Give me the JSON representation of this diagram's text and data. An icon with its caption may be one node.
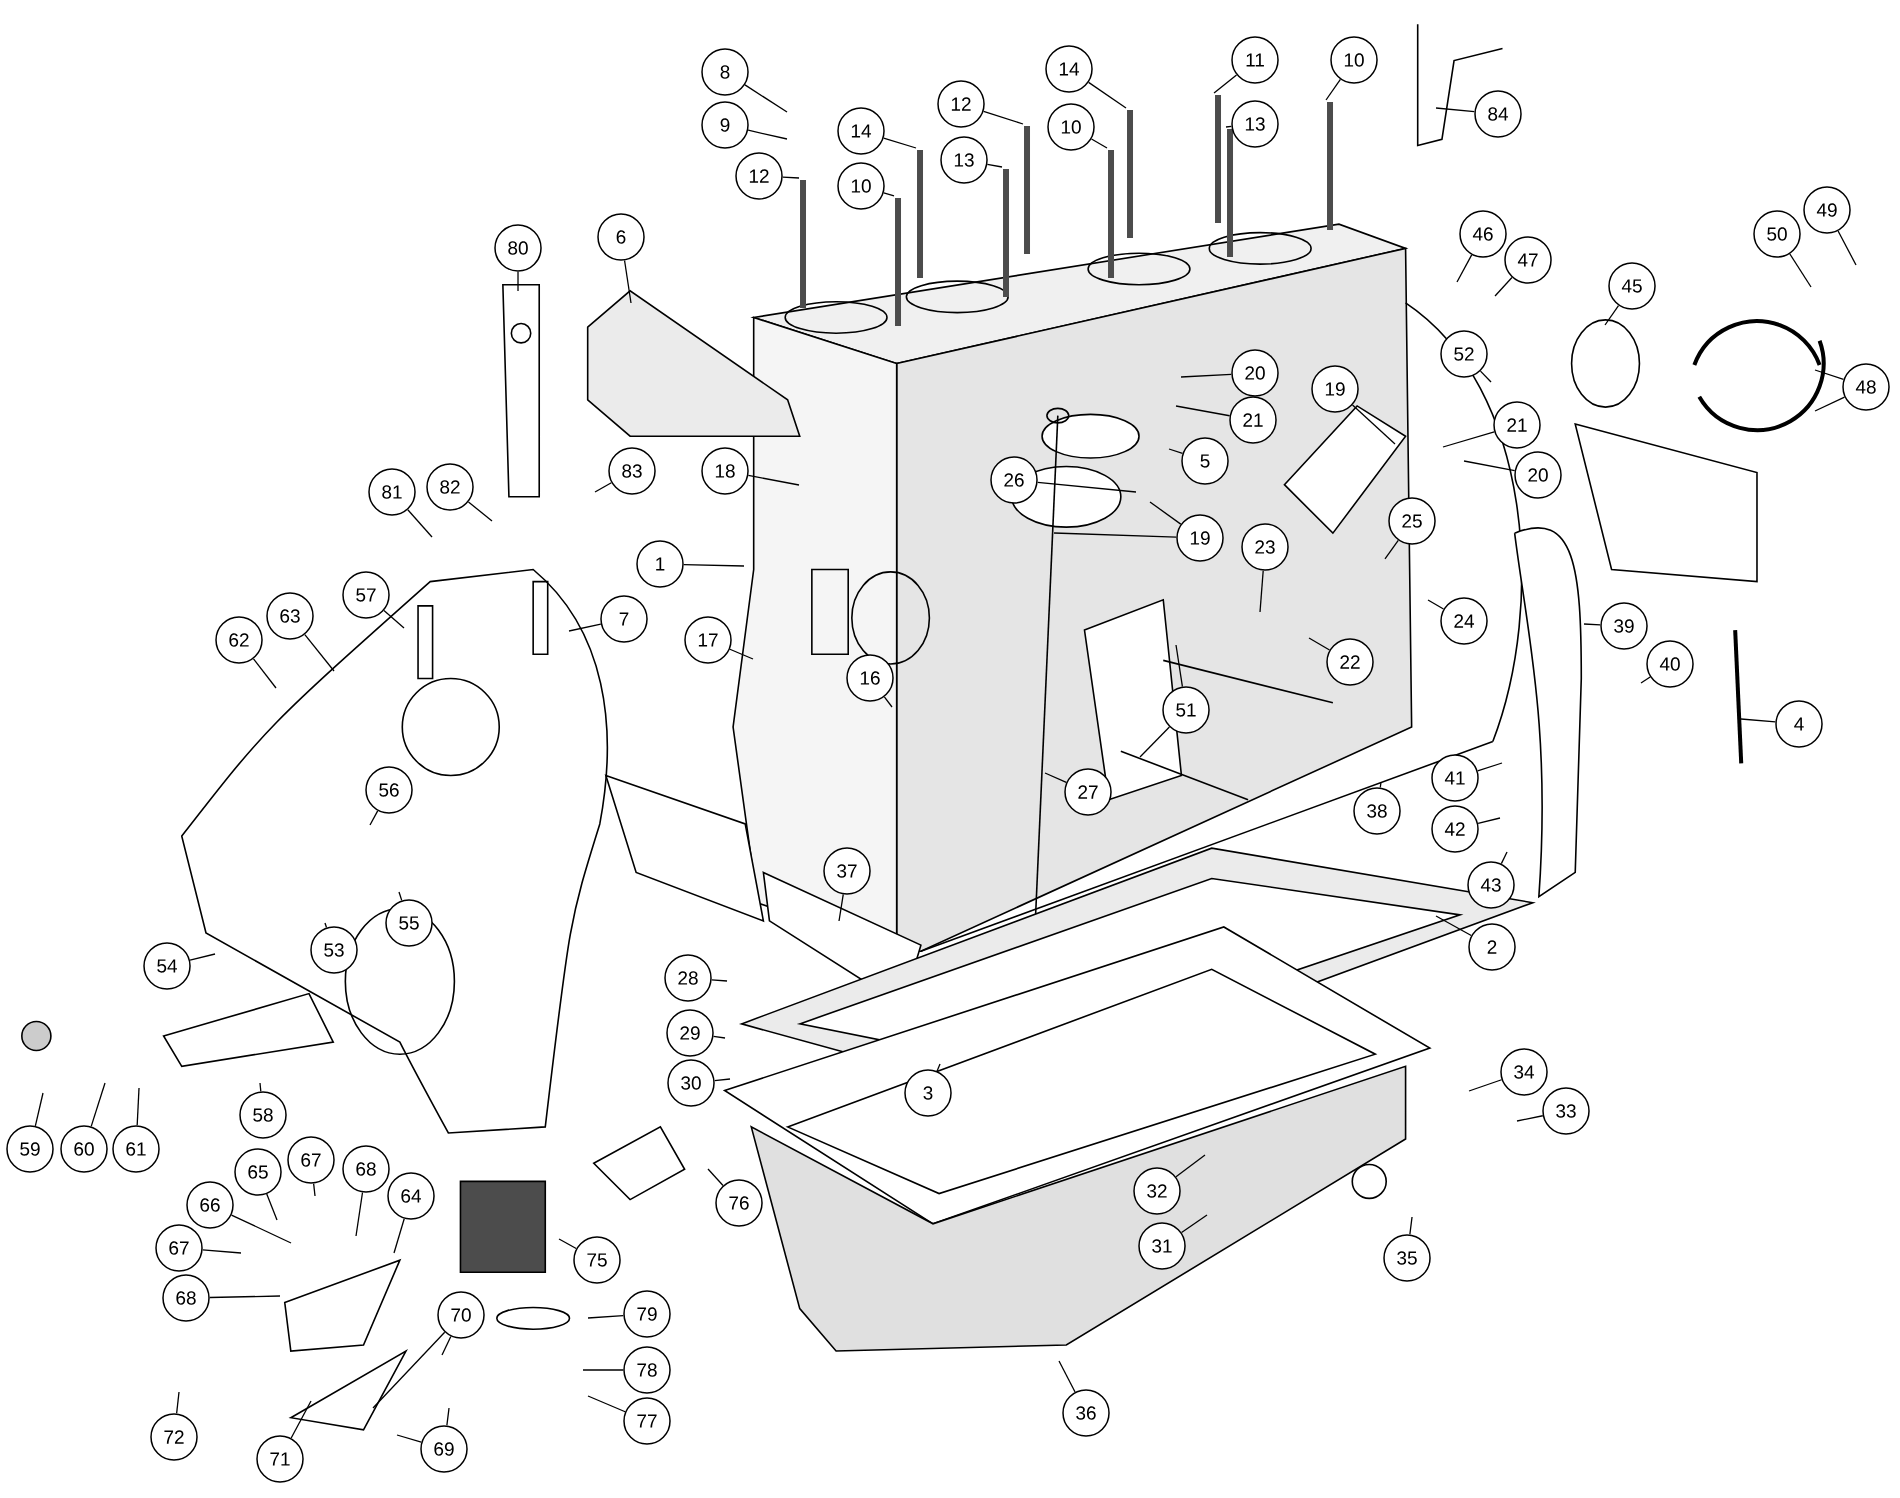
{
  "diagram": {
    "nodes": [
      {
        "text": [
          "10"
        ]
      },
      {
        "text": [
          "11"
        ]
      },
      {
        "text": [
          "14"
        ]
      },
      {
        "text": [
          "8"
        ]
      },
      {
        "text": [
          "12"
        ]
      },
      {
        "text": [
          "84"
        ]
      },
      {
        "text": [
          "9"
        ]
      },
      {
        "text": [
          "13"
        ]
      },
      {
        "text": [
          "10"
        ]
      },
      {
        "text": [
          "14"
        ]
      },
      {
        "text": [
          "13"
        ]
      },
      {
        "text": [
          "12"
        ]
      },
      {
        "text": [
          "10"
        ]
      },
      {
        "text": [
          "49"
        ]
      },
      {
        "text": [
          "46"
        ]
      },
      {
        "text": [
          "50"
        ]
      },
      {
        "text": [
          "6"
        ]
      },
      {
        "text": [
          "80"
        ]
      },
      {
        "text": [
          "47"
        ]
      },
      {
        "text": [
          "45"
        ]
      },
      {
        "text": [
          "52"
        ]
      },
      {
        "text": [
          "20"
        ]
      },
      {
        "text": [
          "48"
        ]
      },
      {
        "text": [
          "19"
        ]
      },
      {
        "text": [
          "21"
        ]
      },
      {
        "text": [
          "21"
        ]
      },
      {
        "text": [
          "5"
        ]
      },
      {
        "text": [
          "18"
        ]
      },
      {
        "text": [
          "83"
        ]
      },
      {
        "text": [
          "20"
        ]
      },
      {
        "text": [
          "26"
        ]
      },
      {
        "text": [
          "82"
        ]
      },
      {
        "text": [
          "81"
        ]
      },
      {
        "text": [
          "25"
        ]
      },
      {
        "text": [
          "19"
        ]
      },
      {
        "text": [
          "23"
        ]
      },
      {
        "text": [
          "1"
        ]
      },
      {
        "text": [
          "57"
        ]
      },
      {
        "text": [
          "63"
        ]
      },
      {
        "text": [
          "7"
        ]
      },
      {
        "text": [
          "24"
        ]
      },
      {
        "text": [
          "39"
        ]
      },
      {
        "text": [
          "62"
        ]
      },
      {
        "text": [
          "17"
        ]
      },
      {
        "text": [
          "22"
        ]
      },
      {
        "text": [
          "40"
        ]
      },
      {
        "text": [
          "16"
        ]
      },
      {
        "text": [
          "51"
        ]
      },
      {
        "text": [
          "4"
        ]
      },
      {
        "text": [
          "41"
        ]
      },
      {
        "text": [
          "56"
        ]
      },
      {
        "text": [
          "27"
        ]
      },
      {
        "text": [
          "38"
        ]
      },
      {
        "text": [
          "42"
        ]
      },
      {
        "text": [
          "37"
        ]
      },
      {
        "text": [
          "43"
        ]
      },
      {
        "text": [
          "55"
        ]
      },
      {
        "text": [
          "2"
        ]
      },
      {
        "text": [
          "53"
        ]
      },
      {
        "text": [
          "54"
        ]
      },
      {
        "text": [
          "28"
        ]
      },
      {
        "text": [
          "29"
        ]
      },
      {
        "text": [
          "34"
        ]
      },
      {
        "text": [
          "30"
        ]
      },
      {
        "text": [
          "3"
        ]
      },
      {
        "text": [
          "33"
        ]
      },
      {
        "text": [
          "58"
        ]
      },
      {
        "text": [
          "59"
        ]
      },
      {
        "text": [
          "60"
        ]
      },
      {
        "text": [
          "61"
        ]
      },
      {
        "text": [
          "67"
        ]
      },
      {
        "text": [
          "68"
        ]
      },
      {
        "text": [
          "65"
        ]
      },
      {
        "text": [
          "32"
        ]
      },
      {
        "text": [
          "64"
        ]
      },
      {
        "text": [
          "76"
        ]
      },
      {
        "text": [
          "66"
        ]
      },
      {
        "text": [
          "31"
        ]
      },
      {
        "text": [
          "67"
        ]
      },
      {
        "text": [
          "35"
        ]
      },
      {
        "text": [
          "75"
        ]
      },
      {
        "text": [
          "68"
        ]
      },
      {
        "text": [
          "79"
        ]
      },
      {
        "text": [
          "70"
        ]
      },
      {
        "text": [
          "78"
        ]
      },
      {
        "text": [
          "36"
        ]
      },
      {
        "text": [
          "77"
        ]
      },
      {
        "text": [
          "72"
        ]
      },
      {
        "text": [
          "69"
        ]
      },
      {
        "text": [
          "71"
        ]
      }
    ],
    "edges": [
      {
        "from": 0,
        "to": null,
        "arrow": "none"
      },
      {
        "from": 1,
        "to": null,
        "arrow": "none"
      },
      {
        "from": 2,
        "to": null,
        "arrow": "none"
      },
      {
        "from": 3,
        "to": null,
        "arrow": "none"
      },
      {
        "from": 4,
        "to": null,
        "arrow": "none"
      },
      {
        "from": 5,
        "to": null,
        "arrow": "none"
      },
      {
        "from": 6,
        "to": null,
        "arrow": "none"
      },
      {
        "from": 7,
        "to": null,
        "arrow": "none"
      },
      {
        "from": 8,
        "to": null,
        "arrow": "none"
      },
      {
        "from": 9,
        "to": null,
        "arrow": "none"
      },
      {
        "from": 10,
        "to": null,
        "arrow": "none"
      },
      {
        "from": 11,
        "to": null,
        "arrow": "none"
      },
      {
        "from": 12,
        "to": null,
        "arrow": "none"
      },
      {
        "from": 13,
        "to": null,
        "arrow": "none"
      },
      {
        "from": 14,
        "to": null,
        "arrow": "none"
      },
      {
        "from": 15,
        "to": null,
        "arrow": "none"
      },
      {
        "from": 16,
        "to": null,
        "arrow": "none"
      },
      {
        "from": 17,
        "to": null,
        "arrow": "none"
      },
      {
        "from": 18,
        "to": null,
        "arrow": "none"
      },
      {
        "from": 19,
        "to": null,
        "arrow": "none"
      },
      {
        "from": 20,
        "to": null,
        "arrow": "none"
      },
      {
        "from": 21,
        "to": null,
        "arrow": "none"
      },
      {
        "from": 22,
        "to": null,
        "arrow": "none"
      },
      {
        "from": 22,
        "to": null,
        "arrow": "none"
      },
      {
        "from": 23,
        "to": null,
        "arrow": "none"
      },
      {
        "from": 24,
        "to": null,
        "arrow": "none"
      },
      {
        "from": 25,
        "to": null,
        "arrow": "none"
      },
      {
        "from": 26,
        "to": null,
        "arrow": "none"
      },
      {
        "from": 27,
        "to": null,
        "arrow": "none"
      },
      {
        "from": 28,
        "to": null,
        "arrow": "none"
      },
      {
        "from": 29,
        "to": null,
        "arrow": "none"
      },
      {
        "from": 30,
        "to": null,
        "arrow": "none"
      },
      {
        "from": 31,
        "to": null,
        "arrow": "none"
      },
      {
        "from": 32,
        "to": null,
        "arrow": "none"
      },
      {
        "from": 33,
        "to": null,
        "arrow": "none"
      },
      {
        "from": 34,
        "to": null,
        "arrow": "none"
      },
      {
        "from": 34,
        "to": null,
        "arrow": "none"
      },
      {
        "from": 35,
        "to": null,
        "arrow": "none"
      },
      {
        "from": 36,
        "to": null,
        "arrow": "none"
      },
      {
        "from": 37,
        "to": null,
        "arrow": "none"
      },
      {
        "from": 38,
        "to": null,
        "arrow": "none"
      },
      {
        "from": 39,
        "to": null,
        "arrow": "none"
      },
      {
        "from": 40,
        "to": null,
        "arrow": "none"
      },
      {
        "from": 41,
        "to": null,
        "arrow": "none"
      },
      {
        "from": 42,
        "to": null,
        "arrow": "none"
      },
      {
        "from": 43,
        "to": null,
        "arrow": "none"
      },
      {
        "from": 44,
        "to": null,
        "arrow": "none"
      },
      {
        "from": 45,
        "to": null,
        "arrow": "none"
      },
      {
        "from": 46,
        "to": null,
        "arrow": "none"
      },
      {
        "from": 47,
        "to": null,
        "arrow": "none"
      },
      {
        "from": 47,
        "to": null,
        "arrow": "none"
      },
      {
        "from": 48,
        "to": null,
        "arrow": "none"
      },
      {
        "from": 49,
        "to": null,
        "arrow": "none"
      },
      {
        "from": 50,
        "to": null,
        "arrow": "none"
      },
      {
        "from": 51,
        "to": null,
        "arrow": "none"
      },
      {
        "from": 52,
        "to": null,
        "arrow": "none"
      },
      {
        "from": 53,
        "to": null,
        "arrow": "none"
      },
      {
        "from": 54,
        "to": null,
        "arrow": "none"
      },
      {
        "from": 55,
        "to": null,
        "arrow": "none"
      },
      {
        "from": 56,
        "to": null,
        "arrow": "none"
      },
      {
        "from": 57,
        "to": null,
        "arrow": "none"
      },
      {
        "from": 58,
        "to": null,
        "arrow": "none"
      },
      {
        "from": 59,
        "to": null,
        "arrow": "none"
      },
      {
        "from": 60,
        "to": null,
        "arrow": "none"
      },
      {
        "from": 61,
        "to": null,
        "arrow": "none"
      },
      {
        "from": 62,
        "to": null,
        "arrow": "none"
      },
      {
        "from": 63,
        "to": null,
        "arrow": "none"
      },
      {
        "from": 64,
        "to": null,
        "arrow": "none"
      },
      {
        "from": 65,
        "to": null,
        "arrow": "none"
      },
      {
        "from": 66,
        "to": null,
        "arrow": "none"
      },
      {
        "from": 67,
        "to": null,
        "arrow": "none"
      },
      {
        "from": 68,
        "to": null,
        "arrow": "none"
      },
      {
        "from": 69,
        "to": null,
        "arrow": "none"
      },
      {
        "from": 70,
        "to": null,
        "arrow": "none"
      },
      {
        "from": 71,
        "to": null,
        "arrow": "none"
      },
      {
        "from": 72,
        "to": null,
        "arrow": "none"
      },
      {
        "from": 73,
        "to": null,
        "arrow": "none"
      },
      {
        "from": 74,
        "to": null,
        "arrow": "none"
      },
      {
        "from": 75,
        "to": null,
        "arrow": "none"
      },
      {
        "from": 76,
        "to": null,
        "arrow": "none"
      },
      {
        "from": 77,
        "to": null,
        "arrow": "none"
      },
      {
        "from": 78,
        "to": null,
        "arrow": "none"
      },
      {
        "from": 79,
        "to": null,
        "arrow": "none"
      },
      {
        "from": 80,
        "to": null,
        "arrow": "none"
      },
      {
        "from": 81,
        "to": null,
        "arrow": "none"
      },
      {
        "from": 82,
        "to": null,
        "arrow": "none"
      },
      {
        "from": 83,
        "to": null,
        "arrow": "none"
      },
      {
        "from": 83,
        "to": null,
        "arrow": "none"
      },
      {
        "from": 84,
        "to": null,
        "arrow": "none"
      },
      {
        "from": 85,
        "to": null,
        "arrow": "none"
      },
      {
        "from": 86,
        "to": null,
        "arrow": "none"
      },
      {
        "from": 87,
        "to": null,
        "arrow": "none"
      },
      {
        "from": 88,
        "to": null,
        "arrow": "none"
      },
      {
        "from": 88,
        "to": null,
        "arrow": "none"
      },
      {
        "from": 89,
        "to": null,
        "arrow": "none"
      }
    ]
  }
}
